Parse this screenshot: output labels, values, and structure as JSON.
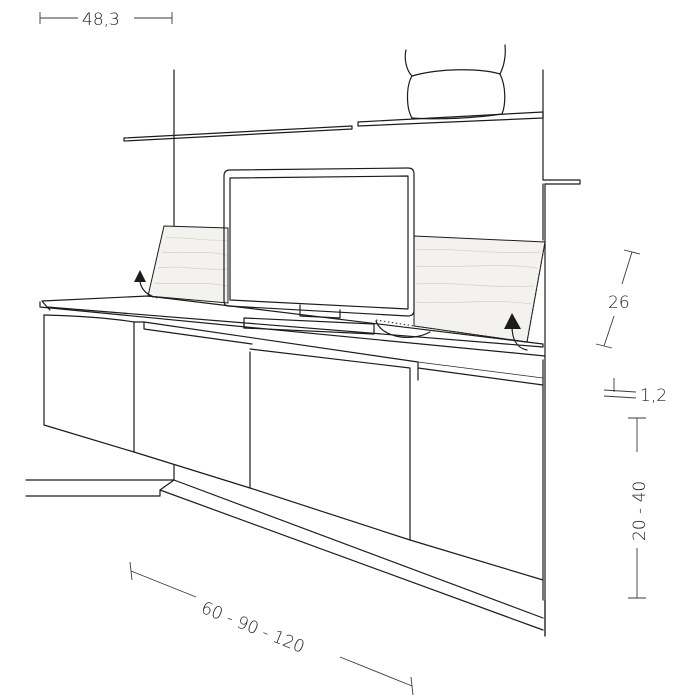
{
  "dimensions": {
    "depth": "48,3",
    "panel_height": "26",
    "top_thickness": "1,2",
    "mount_height": "20 - 40",
    "width_options": "60 - 90 - 120"
  }
}
